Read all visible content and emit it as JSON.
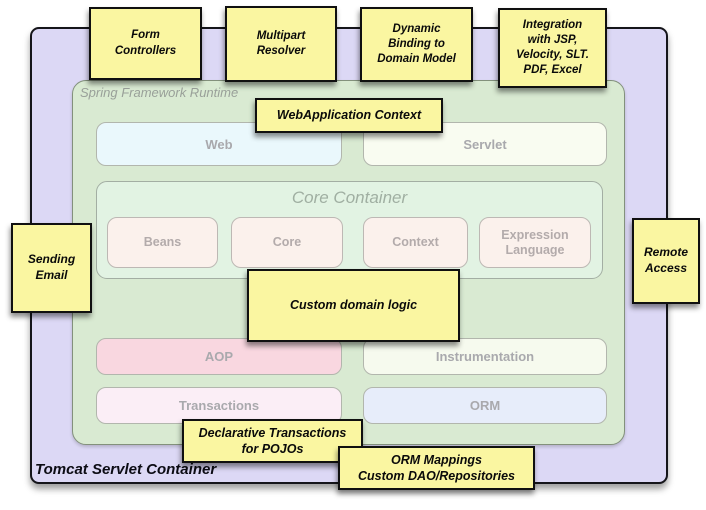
{
  "diagram": {
    "outer_container": {
      "label": "Tomcat Servlet Container"
    },
    "runtime_container": {
      "label": "Spring Framework Runtime"
    },
    "layers": {
      "web": "Web",
      "servlet": "Servlet",
      "aop": "AOP",
      "instrumentation": "Instrumentation",
      "transactions": "Transactions",
      "orm": "ORM"
    },
    "core_container": {
      "title": "Core Container",
      "modules": [
        "Beans",
        "Core",
        "Context",
        "Expression Language"
      ]
    },
    "notes": {
      "form_controllers": {
        "lines": [
          "Form",
          "Controllers"
        ]
      },
      "multipart_resolver": {
        "lines": [
          "Multipart",
          "Resolver"
        ]
      },
      "dynamic_binding": {
        "lines": [
          "Dynamic",
          "Binding to",
          "Domain Model"
        ]
      },
      "integration": {
        "lines": [
          "Integration",
          "with JSP,",
          "Velocity, SLT.",
          "PDF, Excel"
        ]
      },
      "webapplication_context": {
        "lines": [
          "WebApplication Context"
        ]
      },
      "sending_email": {
        "lines": [
          "Sending",
          "Email"
        ]
      },
      "remote_access": {
        "lines": [
          "Remote",
          "Access"
        ]
      },
      "custom_domain_logic": {
        "lines": [
          "Custom domain logic"
        ]
      },
      "declarative_transactions": {
        "lines": [
          "Declarative Transactions",
          "for POJOs"
        ]
      },
      "orm_mappings": {
        "lines": [
          "ORM Mappings",
          "Custom DAO/Repositories"
        ]
      }
    }
  },
  "colors": {
    "purple": "#DCD8F5",
    "green": "#D9EAD2",
    "core": "#E2F3E3",
    "web": "#EAF8FC",
    "servlet": "#F9FCF1",
    "module": "#FBF1EC",
    "aop": "#F9D7E0",
    "instr": "#F6FAEE",
    "trans": "#FBEEF6",
    "orm": "#E7EDFA",
    "sticky": "#FAF6A1"
  }
}
